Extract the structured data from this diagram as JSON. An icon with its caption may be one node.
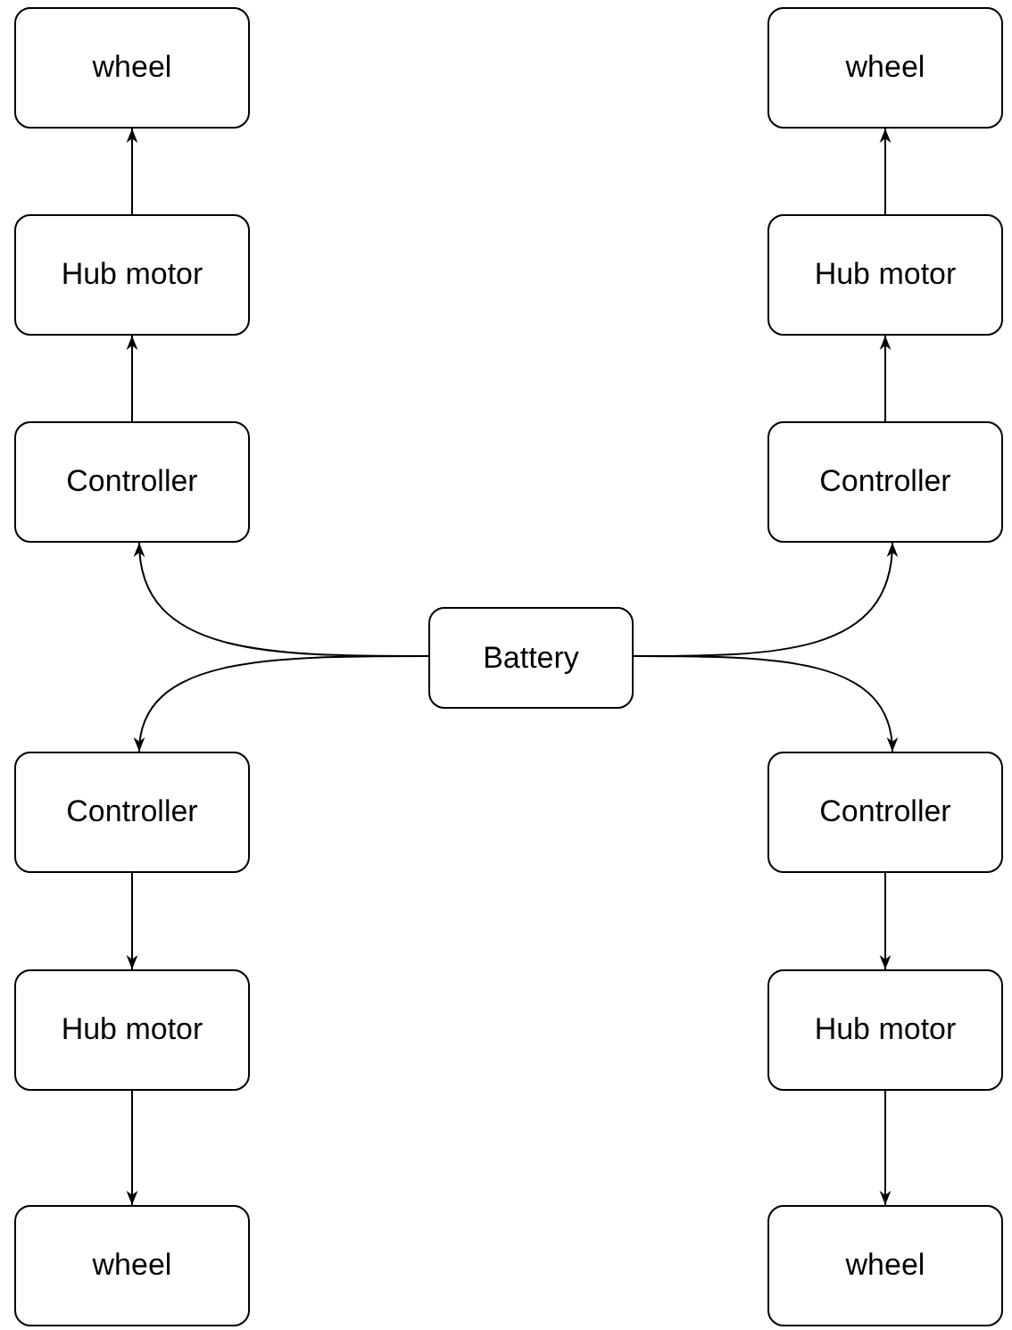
{
  "diagram": {
    "nodes": [
      {
        "text": [
          "wheel"
        ]
      },
      {
        "text": [
          "wheel"
        ]
      },
      {
        "text": [
          "Hub motor"
        ]
      },
      {
        "text": [
          "Hub motor"
        ]
      },
      {
        "text": [
          "Controller"
        ]
      },
      {
        "text": [
          "Controller"
        ]
      },
      {
        "text": [
          "Battery"
        ]
      },
      {
        "text": [
          "Controller"
        ]
      },
      {
        "text": [
          "Controller"
        ]
      },
      {
        "text": [
          "Hub motor"
        ]
      },
      {
        "text": [
          "Hub motor"
        ]
      },
      {
        "text": [
          "wheel"
        ]
      },
      {
        "text": [
          "wheel"
        ]
      }
    ],
    "edges": [
      {
        "from": 2,
        "to": 0,
        "arrow": "to"
      },
      {
        "from": 3,
        "to": 1,
        "arrow": "to"
      },
      {
        "from": 4,
        "to": 2,
        "arrow": "to"
      },
      {
        "from": 5,
        "to": 3,
        "arrow": "to"
      },
      {
        "from": 6,
        "to": 4,
        "arrow": "to"
      },
      {
        "from": 6,
        "to": 5,
        "arrow": "to"
      },
      {
        "from": 6,
        "to": 7,
        "arrow": "to"
      },
      {
        "from": 6,
        "to": 8,
        "arrow": "to"
      },
      {
        "from": 7,
        "to": 9,
        "arrow": "to"
      },
      {
        "from": 8,
        "to": 10,
        "arrow": "to"
      },
      {
        "from": 9,
        "to": 11,
        "arrow": "to"
      },
      {
        "from": 10,
        "to": 12,
        "arrow": "to"
      }
    ]
  }
}
